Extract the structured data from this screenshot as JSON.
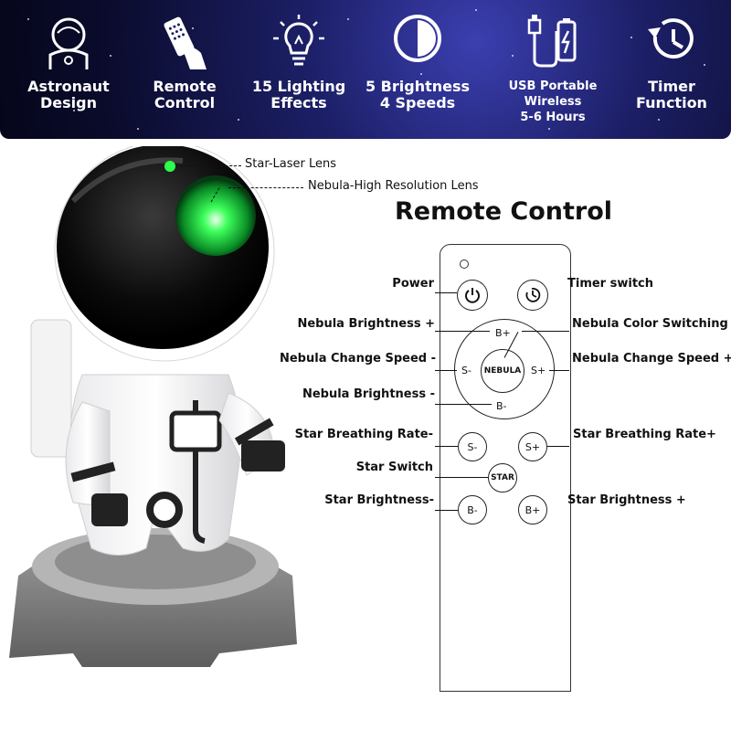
{
  "banner": {
    "features": [
      {
        "icon": "astronaut-helmet-icon",
        "line1": "Astronaut",
        "line2": "Design"
      },
      {
        "icon": "remote-hand-icon",
        "line1": "Remote",
        "line2": "Control"
      },
      {
        "icon": "lightbulb-icon",
        "line1": "15 Lighting",
        "line2": "Effects"
      },
      {
        "icon": "half-circle-brightness-icon",
        "line1": "5 Brightness",
        "line2": "4 Speeds"
      },
      {
        "icon": "usb-battery-icon",
        "line1": "USB Portable Wireless",
        "line2": "5-6 Hours"
      },
      {
        "icon": "timer-clock-icon",
        "line1": "Timer",
        "line2": "Function"
      }
    ]
  },
  "product": {
    "callouts": {
      "star_laser": "Star-Laser Lens",
      "nebula_lens": "Nebula-High Resolution Lens"
    }
  },
  "remote": {
    "title": "Remote Control",
    "buttons": {
      "nebula": "NEBULA",
      "b_plus_top": "B+",
      "b_minus_bottom": "B-",
      "s_minus_side": "S-",
      "s_plus_side": "S+",
      "s_minus": "S-",
      "s_plus": "S+",
      "star": "STAR",
      "b_minus": "B-",
      "b_plus": "B+"
    },
    "labels": {
      "power": "Power",
      "timer_switch": "Timer switch",
      "nebula_brightness_plus": "Nebula Brightness +",
      "nebula_color_switching": "Nebula Color Switching",
      "nebula_change_speed_minus": "Nebula Change Speed -",
      "nebula_change_speed_plus": "Nebula Change Speed +",
      "nebula_brightness_minus": "Nebula Brightness -",
      "star_breathing_rate_minus": "Star Breathing Rate-",
      "star_breathing_rate_plus": "Star Breathing Rate+",
      "star_switch": "Star Switch",
      "star_brightness_minus": "Star Brightness-",
      "star_brightness_plus": "Star Brightness +"
    }
  }
}
